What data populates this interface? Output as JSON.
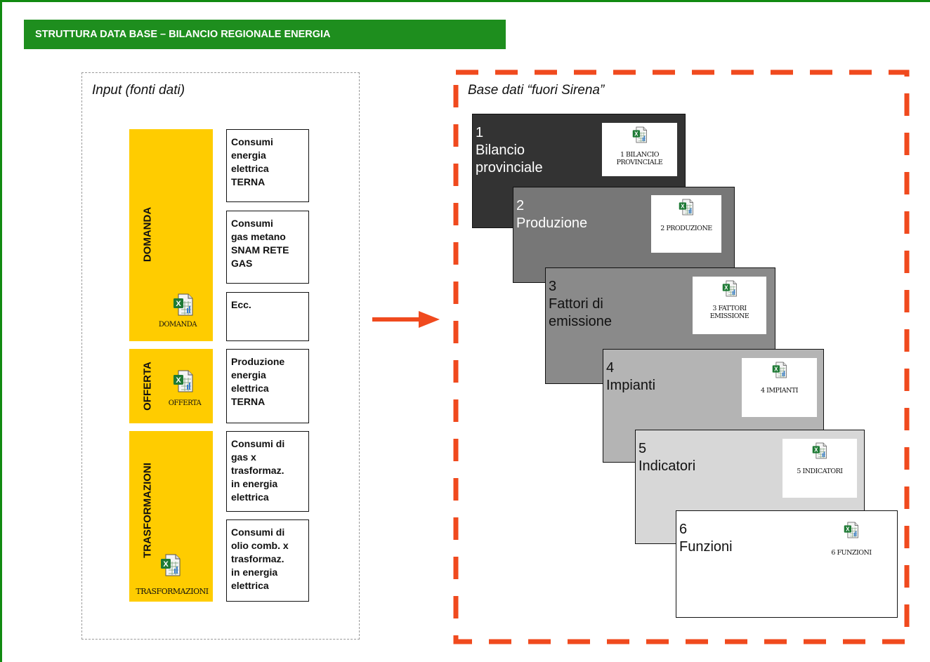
{
  "header": {
    "title": "STRUTTURA DATA BASE – BILANCIO REGIONALE ENERGIA"
  },
  "input_panel": {
    "title": "Input (fonti dati)",
    "categories": [
      {
        "label": "DOMANDA",
        "icon": "excel-icon",
        "icon_label": "DOMANDA"
      },
      {
        "label": "OFFERTA",
        "icon": "excel-icon",
        "icon_label": "OFFERTA"
      },
      {
        "label": "TRASFORMAZIONI",
        "icon": "excel-icon",
        "icon_label": "TRASFORMAZIONI"
      }
    ],
    "sources": [
      "Consumi\nenergia\nelettrica\nTERNA",
      "Consumi\ngas metano\nSNAM RETE\nGAS",
      "Ecc.",
      "Produzione\nenergia\nelettrica\nTERNA",
      "Consumi di\ngas x\ntrasformaz.\nin energia\nelettrica",
      "Consumi di\nolio comb. x\ntrasformaz.\nin energia\nelettrica"
    ]
  },
  "arrow": {
    "icon": "right-arrow-icon",
    "color": "#f04a1e"
  },
  "output_panel": {
    "title": "Base dati “fuori Sirena”",
    "border_color": "#f04a1e",
    "cards": [
      {
        "num": "1",
        "name": "Bilancio\nprovinciale",
        "icon": "excel-icon",
        "icon_label": "1 BILANCIO\nPROVINCIALE",
        "bg": "#333333",
        "fg": "#ffffff"
      },
      {
        "num": "2",
        "name": "Produzione",
        "icon": "excel-icon",
        "icon_label": "2 PRODUZIONE",
        "bg": "#777777",
        "fg": "#ffffff"
      },
      {
        "num": "3",
        "name": "Fattori di\nemissione",
        "icon": "excel-icon",
        "icon_label": "3 FATTORI\nEMISSIONE",
        "bg": "#8a8a8a",
        "fg": "#111111"
      },
      {
        "num": "4",
        "name": "Impianti",
        "icon": "excel-icon",
        "icon_label": "4 IMPIANTI",
        "bg": "#b4b4b4",
        "fg": "#111111"
      },
      {
        "num": "5",
        "name": "Indicatori",
        "icon": "excel-icon",
        "icon_label": "5 INDICATORI",
        "bg": "#d7d7d7",
        "fg": "#111111"
      },
      {
        "num": "6",
        "name": "Funzioni",
        "icon": "excel-icon",
        "icon_label": "6 FUNZIONI",
        "bg": "#ffffff",
        "fg": "#111111"
      }
    ]
  }
}
